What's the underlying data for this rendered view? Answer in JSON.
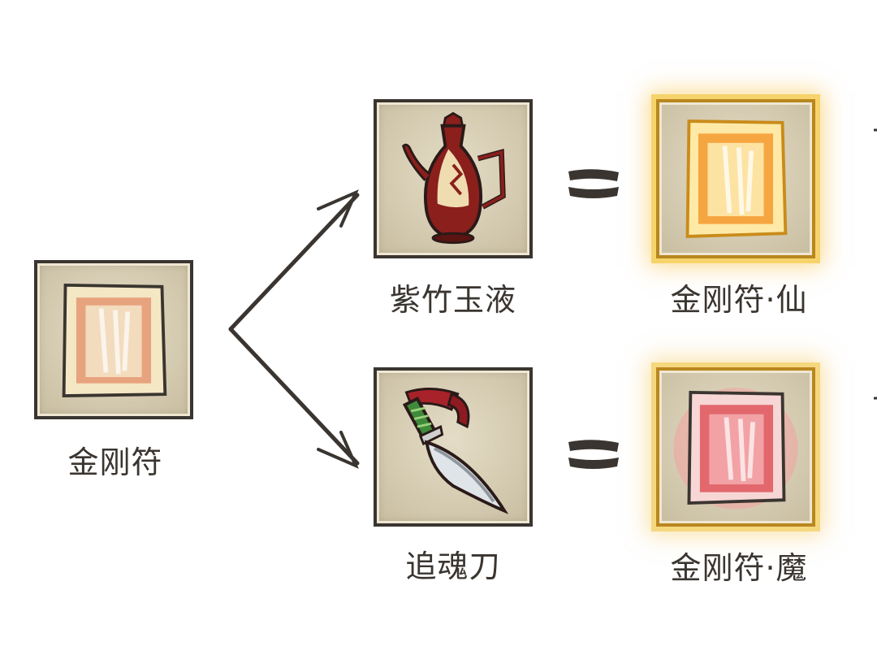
{
  "items": {
    "base": {
      "name": "金刚符",
      "icon": "talisman-icon"
    },
    "ingredient_top": {
      "name": "紫竹玉液",
      "icon": "wine-ewer-icon"
    },
    "ingredient_bottom": {
      "name": "追魂刀",
      "icon": "curved-dagger-icon"
    },
    "result_top": {
      "name": "金刚符·仙",
      "icon": "golden-talisman-icon"
    },
    "result_bottom": {
      "name": "金刚符·魔",
      "icon": "red-talisman-icon"
    }
  },
  "colors": {
    "frame": "#3a3530",
    "slot_bg": "#d4cab0",
    "gold_glow": "#f7d36b",
    "ewer_red": "#8a1f1c",
    "dagger_ribbon": "#a8222a",
    "dagger_grip": "#3f8a3a"
  }
}
